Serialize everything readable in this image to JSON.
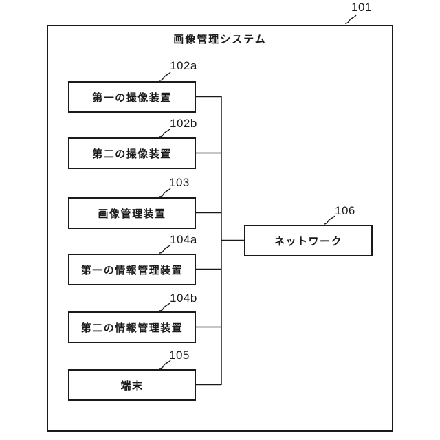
{
  "figure": {
    "system": {
      "ref": "101",
      "title": "画像管理システム"
    },
    "nodes": [
      {
        "ref": "102a",
        "label": "第一の撮像装置"
      },
      {
        "ref": "102b",
        "label": "第二の撮像装置"
      },
      {
        "ref": "103",
        "label": "画像管理装置"
      },
      {
        "ref": "104a",
        "label": "第一の情報管理装置"
      },
      {
        "ref": "104b",
        "label": "第二の情報管理装置"
      },
      {
        "ref": "105",
        "label": "端末"
      }
    ],
    "network": {
      "ref": "106",
      "label": "ネットワーク"
    },
    "colors": {
      "line": "#1a1a1a",
      "background": "#ffffff"
    }
  }
}
